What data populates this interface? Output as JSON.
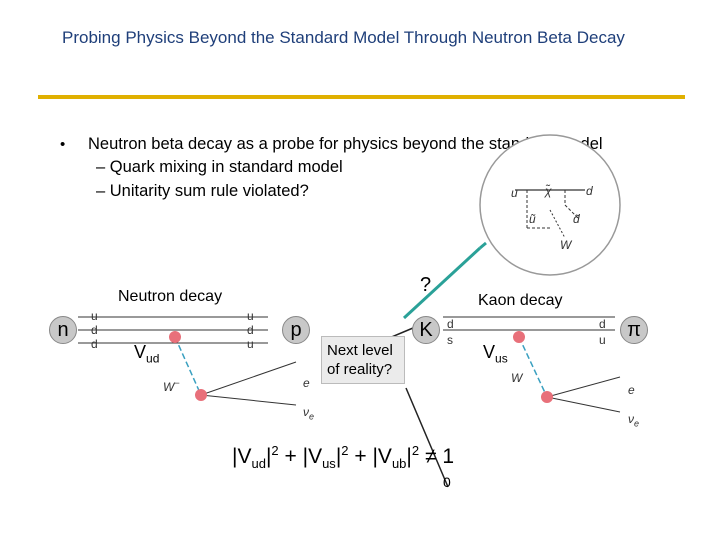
{
  "title": "Probing Physics Beyond the Standard Model Through Neutron Beta Decay",
  "bullet": {
    "marker": "•",
    "text": "Neutron beta decay as a probe for physics beyond the standard model",
    "sub": [
      "– Quark mixing in standard model",
      "– Unitarity sum rule violated?"
    ]
  },
  "neutron": {
    "label": "Neutron decay",
    "particle_in": "n",
    "quarks_in": [
      "u",
      "d",
      "d"
    ],
    "quarks_out": [
      "u",
      "d",
      "u"
    ],
    "particle_out": "p",
    "coupling": "V",
    "coupling_sub": "ud",
    "w_label": "W",
    "w_sup": "−",
    "lepton_e": "e",
    "lepton_nu": "ν",
    "lepton_nu_sub": "e"
  },
  "kaon": {
    "label": "Kaon decay",
    "particle_in": "K",
    "quarks_in": [
      "d",
      "s"
    ],
    "quarks_out": [
      "d",
      "u"
    ],
    "particle_out": "π",
    "coupling": "V",
    "coupling_sub": "us",
    "w_label": "W",
    "lepton_e": "e",
    "lepton_nu": "ν",
    "lepton_nu_sub": "e"
  },
  "question_mark": "?",
  "next_level": [
    "Next level",
    "of reality?"
  ],
  "inset": {
    "u": "u",
    "chi": "χ̃",
    "d": "d",
    "ubar": "ũ",
    "dtilde": "d̃",
    "w": "W"
  },
  "equation": {
    "v": "V",
    "t1_sub": "ud",
    "t2_sub": "us",
    "t3_sub": "ub",
    "sup": "2",
    "plus": "+",
    "neq": "≠",
    "one": "1",
    "zero": "0"
  },
  "colors": {
    "title": "#1f3f7a",
    "rule": "#e0b000",
    "arrow_teal": "#2aa198",
    "vertex_red": "#e8707a",
    "boson_dash": "#3aa0c0",
    "fermion": "#333333"
  }
}
